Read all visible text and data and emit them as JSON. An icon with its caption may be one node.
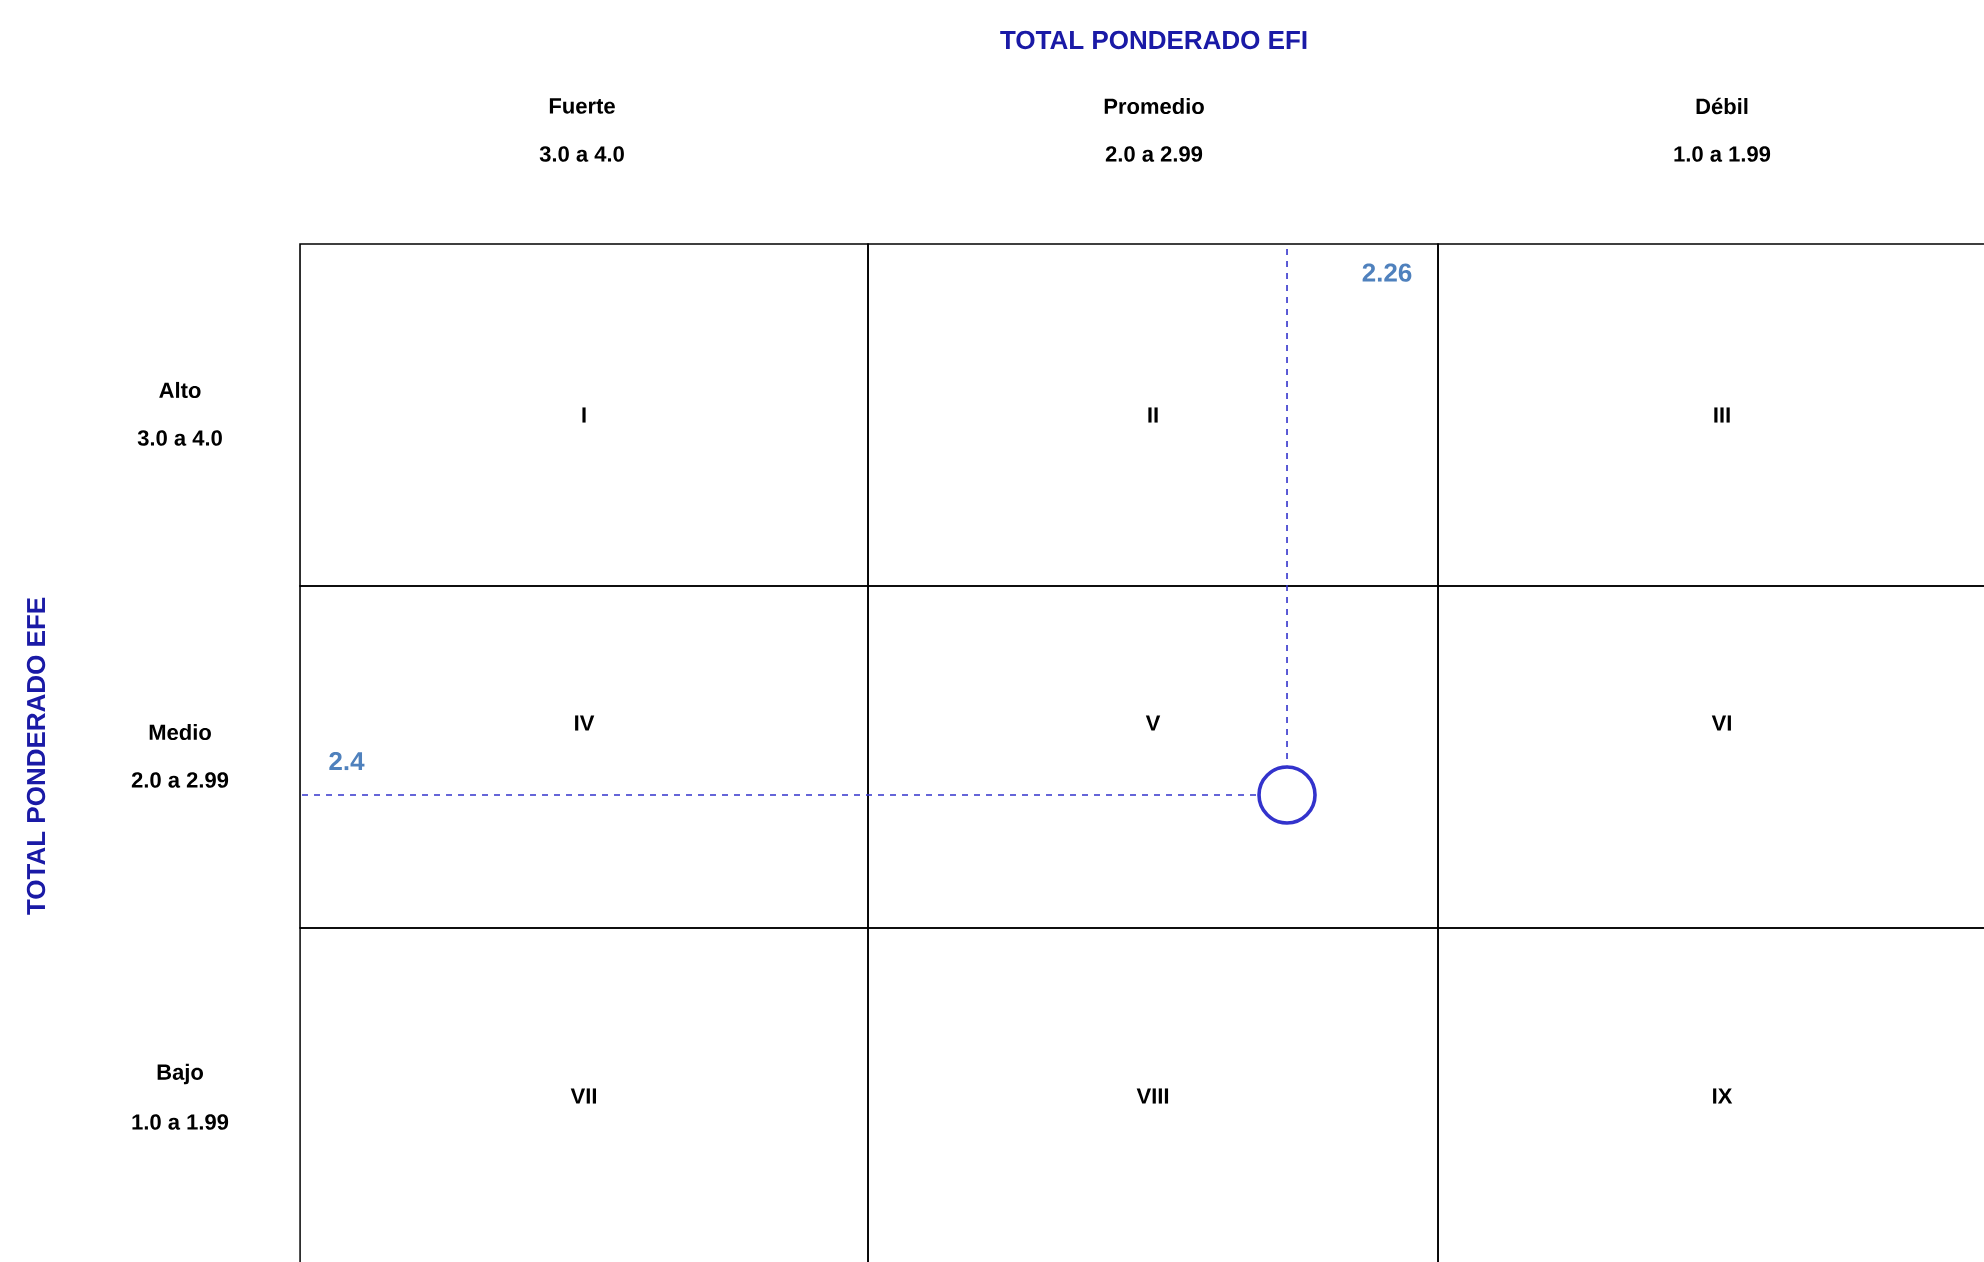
{
  "diagram": {
    "title": "TOTAL PONDERADO EFI",
    "nodes": [
      {
        "text": [
          "I"
        ]
      },
      {
        "text": [
          "II"
        ]
      },
      {
        "text": [
          "III"
        ]
      },
      {
        "text": [
          "IV"
        ]
      },
      {
        "text": [
          "V"
        ]
      },
      {
        "text": [
          "VI"
        ]
      },
      {
        "text": [
          "VII"
        ]
      },
      {
        "text": [
          "VIII"
        ]
      },
      {
        "text": [
          "IX"
        ]
      },
      {
        "text": [
          "2.26"
        ],
        "in": 1
      },
      {
        "text": [
          "2.4"
        ],
        "in": 3
      },
      {
        "text": [],
        "shape": "circle",
        "in": 4
      }
    ],
    "edges": [
      {
        "from": 9,
        "to": 11,
        "arrow": "none",
        "style": "dashed"
      },
      {
        "from": 10,
        "to": 11,
        "arrow": "none",
        "style": "dashed"
      }
    ],
    "labels": [
      "Fuerte",
      "3.0 a 4.0",
      "Promedio",
      "2.0 a 2.99",
      "Débil",
      "1.0 a 1.99",
      "Alto",
      "3.0 a 4.0",
      "Medio",
      "2.0 a 2.99",
      "Bajo",
      "1.0 a 1.99",
      "TOTAL PONDERADO EFE"
    ]
  }
}
